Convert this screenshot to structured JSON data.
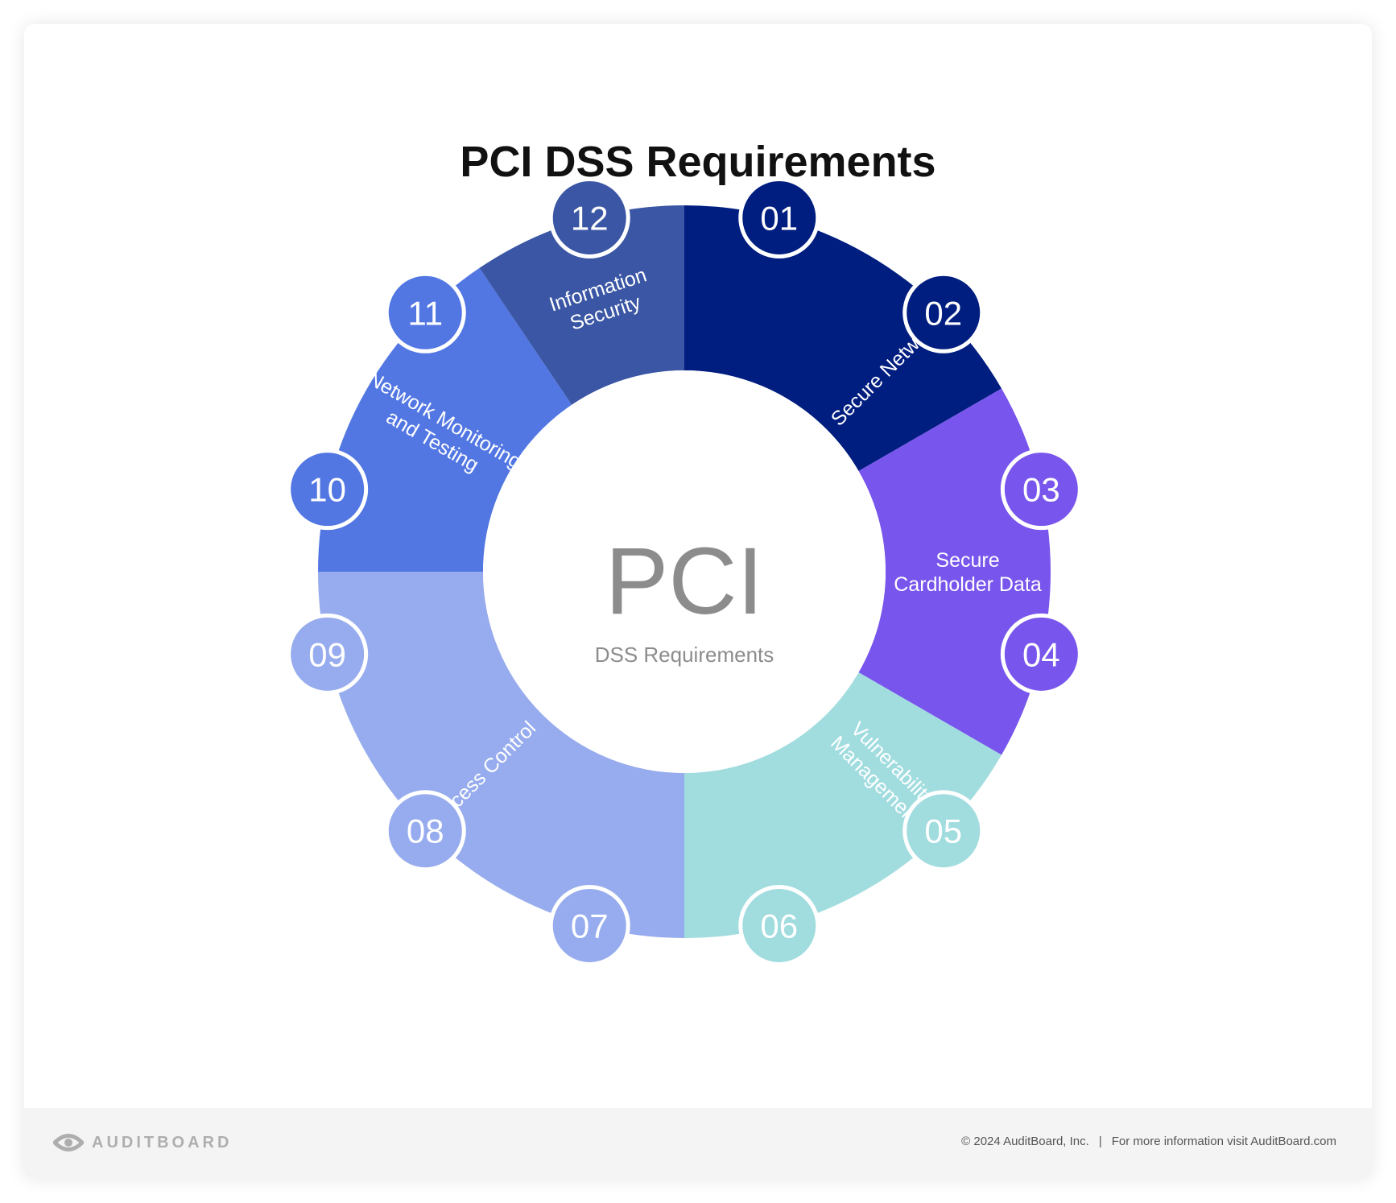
{
  "title": "PCI DSS Requirements",
  "center": {
    "big": "PCI",
    "small": "DSS Requirements"
  },
  "segments": [
    {
      "label_lines": [
        "Secure Network"
      ],
      "color": "#001d80"
    },
    {
      "label_lines": [
        "Secure",
        "Cardholder Data"
      ],
      "color": "#7855ec"
    },
    {
      "label_lines": [
        "Vulnerability",
        "Management"
      ],
      "color": "#a1dcdf"
    },
    {
      "label_lines": [
        "Access Control"
      ],
      "color": "#97acee"
    },
    {
      "label_lines": [
        "Network Monitoring",
        "and Testing"
      ],
      "color": "#5277e3"
    },
    {
      "label_lines": [
        "Information",
        "Security"
      ],
      "color": "#3a56a4"
    }
  ],
  "numbers": [
    "01",
    "02",
    "03",
    "04",
    "05",
    "06",
    "07",
    "08",
    "09",
    "10",
    "11",
    "12"
  ],
  "footer": {
    "brand": "AUDITBOARD",
    "copyright": "© 2024  AuditBoard, Inc.",
    "separator": "|",
    "info": "For more information visit AuditBoard.com"
  }
}
